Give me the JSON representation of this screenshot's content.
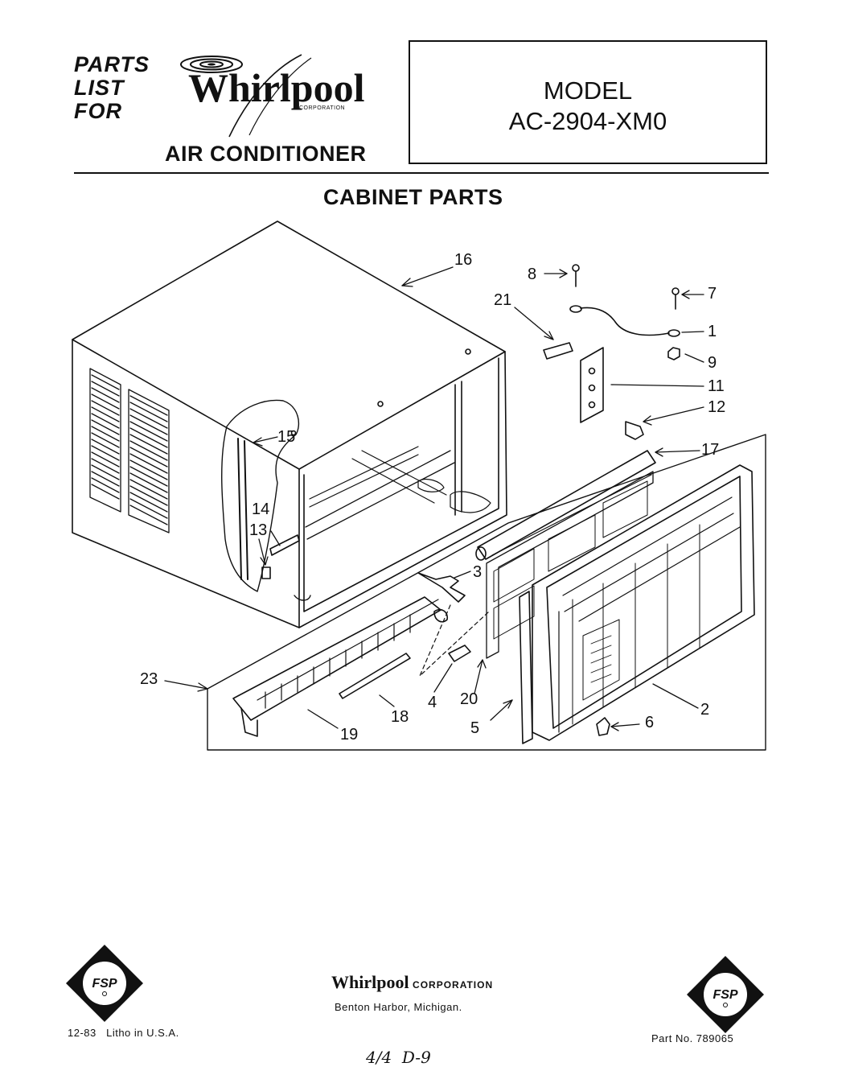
{
  "header": {
    "parts_list_lines": [
      "PARTS",
      "LIST",
      "FOR"
    ],
    "brand": "Whirlpool",
    "brand_corp": "CORPORATION",
    "product": "AIR CONDITIONER",
    "model_label": "MODEL",
    "model_number": "AC-2904-XM0"
  },
  "section_title": "CABINET PARTS",
  "callouts": [
    {
      "id": "c16",
      "text": "16"
    },
    {
      "id": "c8",
      "text": "8"
    },
    {
      "id": "c7",
      "text": "7"
    },
    {
      "id": "c21",
      "text": "21"
    },
    {
      "id": "c1",
      "text": "1"
    },
    {
      "id": "c9",
      "text": "9"
    },
    {
      "id": "c11",
      "text": "11"
    },
    {
      "id": "c12",
      "text": "12"
    },
    {
      "id": "c15",
      "text": "15"
    },
    {
      "id": "c17",
      "text": "17"
    },
    {
      "id": "c14",
      "text": "14"
    },
    {
      "id": "c13",
      "text": "13"
    },
    {
      "id": "c3",
      "text": "3"
    },
    {
      "id": "c23",
      "text": "23"
    },
    {
      "id": "c4",
      "text": "4"
    },
    {
      "id": "c20",
      "text": "20"
    },
    {
      "id": "c18",
      "text": "18"
    },
    {
      "id": "c2",
      "text": "2"
    },
    {
      "id": "c5",
      "text": "5"
    },
    {
      "id": "c19",
      "text": "19"
    },
    {
      "id": "c6",
      "text": "6"
    }
  ],
  "footer": {
    "fsp_logo_text": "FSP",
    "brand": "Whirlpool",
    "corp": "CORPORATION",
    "address": "Benton Harbor, Michigan.",
    "litho": "12-83   Litho in U.S.A.",
    "part_no": "Part No. 789065",
    "handwritten": "4/4  D-9"
  }
}
